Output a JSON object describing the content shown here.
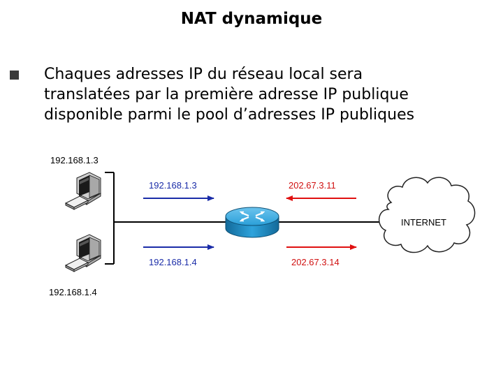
{
  "title": "NAT dynamique",
  "bullet": {
    "lines": [
      "Chaques adresses IP du réseau local sera",
      "translatées par la première adresse IP publique",
      "disponible parmi le pool d’adresses IP publiques"
    ]
  },
  "diagram": {
    "host_top_label": "192.168.1.3",
    "host_bottom_label": "192.168.1.4",
    "arrow_top_private": "192.168.1.3",
    "arrow_top_public": "202.67.3.11",
    "arrow_bottom_private": "192.168.1.4",
    "arrow_bottom_public": "202.67.3.14",
    "cloud_label": "INTERNET",
    "colors": {
      "private_arrow": "#1a2ca8",
      "public_arrow": "#e01010",
      "router": "#1e8bc3"
    }
  }
}
